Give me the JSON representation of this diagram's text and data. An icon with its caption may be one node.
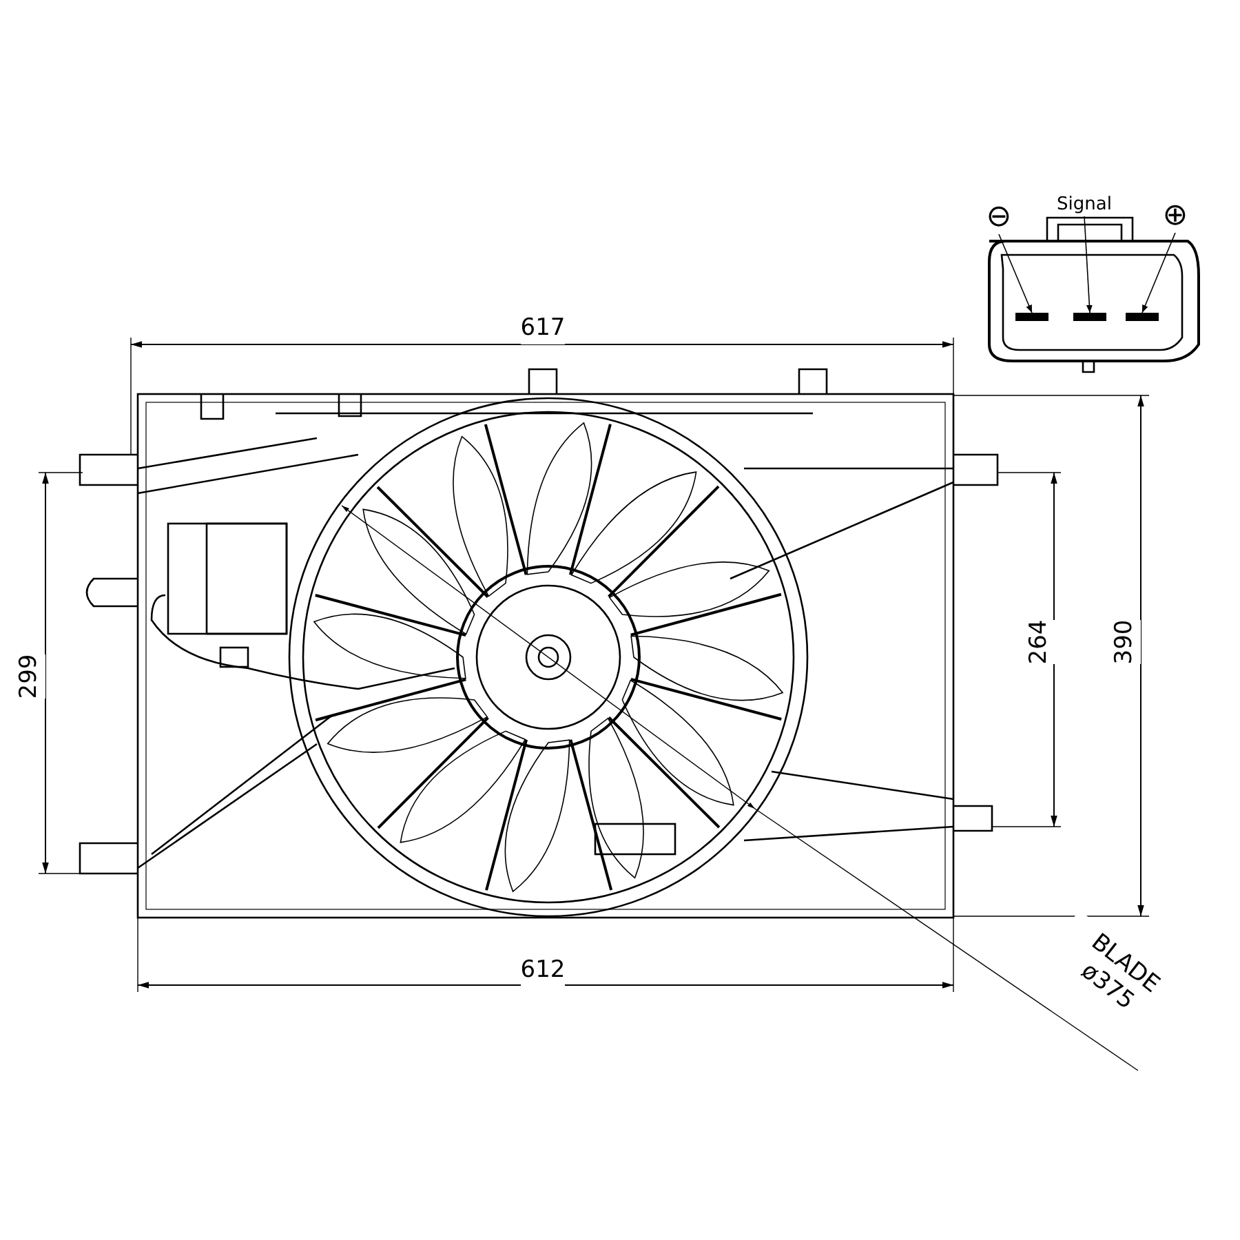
{
  "diagram": {
    "nodes": [
      {
        "text": [
          "⊖"
        ]
      },
      {
        "text": [
          "Signal"
        ]
      },
      {
        "text": [
          "⊕"
        ]
      },
      {
        "text": [],
        "shape": "bar"
      },
      {
        "text": [],
        "shape": "bar"
      },
      {
        "text": [],
        "shape": "bar"
      }
    ],
    "edges": [
      {
        "from": 0,
        "to": 3,
        "arrow": "to"
      },
      {
        "from": 1,
        "to": 4,
        "arrow": "to"
      },
      {
        "from": 2,
        "to": 5,
        "arrow": "to"
      }
    ],
    "labels": [
      "617",
      "299",
      "264",
      "390",
      "612",
      "BLADE ø375"
    ]
  }
}
